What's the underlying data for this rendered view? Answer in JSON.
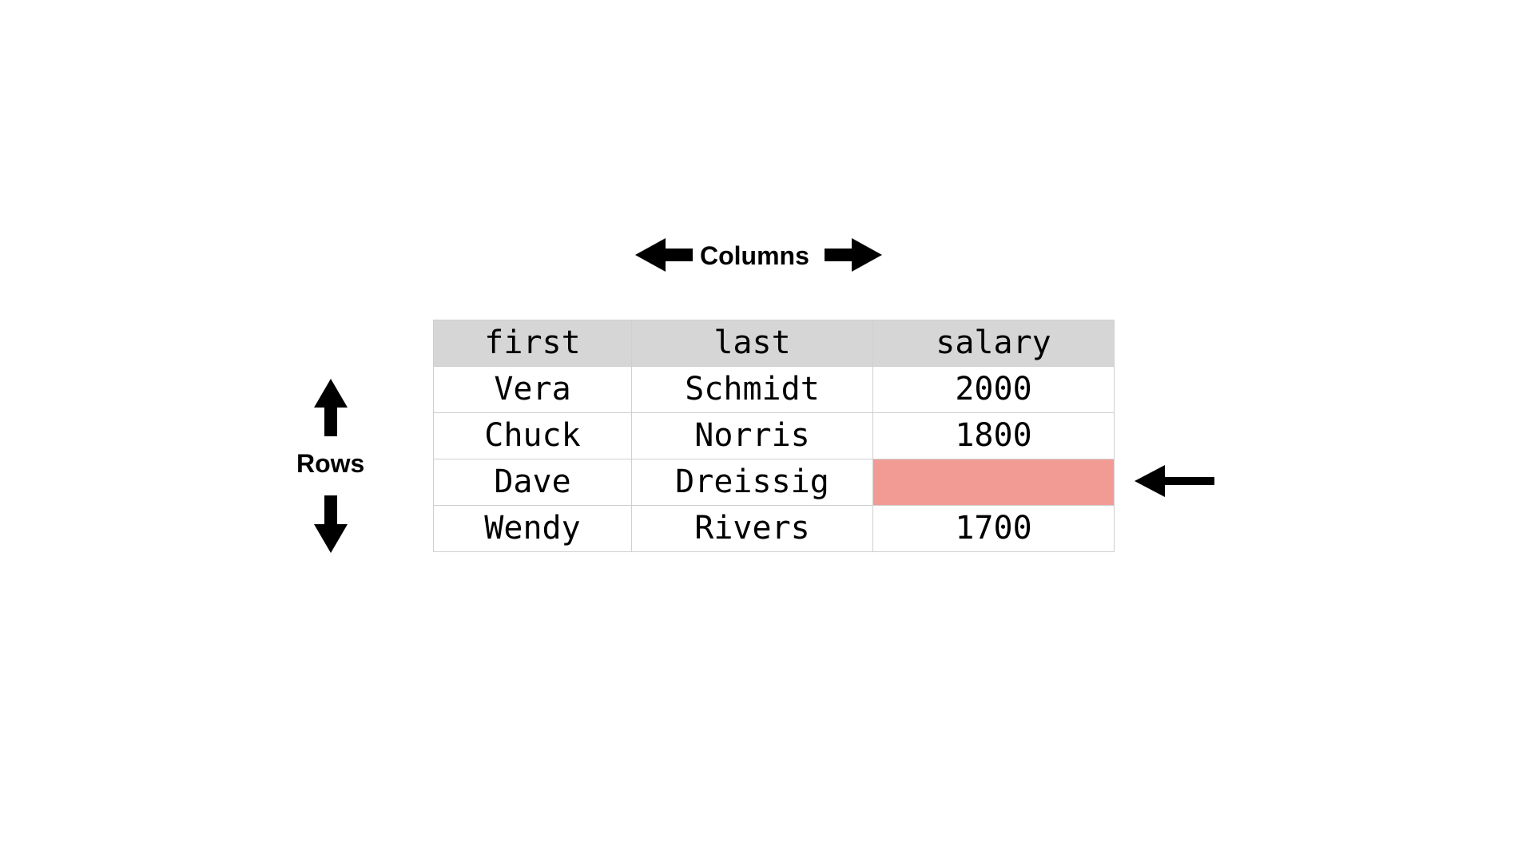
{
  "labels": {
    "columns": "Columns",
    "rows": "Rows"
  },
  "table": {
    "headers": [
      "first",
      "last",
      "salary"
    ],
    "rows": [
      {
        "first": "Vera",
        "last": "Schmidt",
        "salary": "2000"
      },
      {
        "first": "Chuck",
        "last": "Norris",
        "salary": "1800"
      },
      {
        "first": "Dave",
        "last": "Dreissig",
        "salary": ""
      },
      {
        "first": "Wendy",
        "last": "Rivers",
        "salary": "1700"
      }
    ],
    "missing_cell_color": "#f29b95",
    "header_bg_color": "#d6d6d6"
  },
  "icons": {
    "columns_left": "arrow-left-icon",
    "columns_right": "arrow-right-icon",
    "rows_up": "arrow-up-icon",
    "rows_down": "arrow-down-icon",
    "missing_pointer": "arrow-left-icon"
  }
}
